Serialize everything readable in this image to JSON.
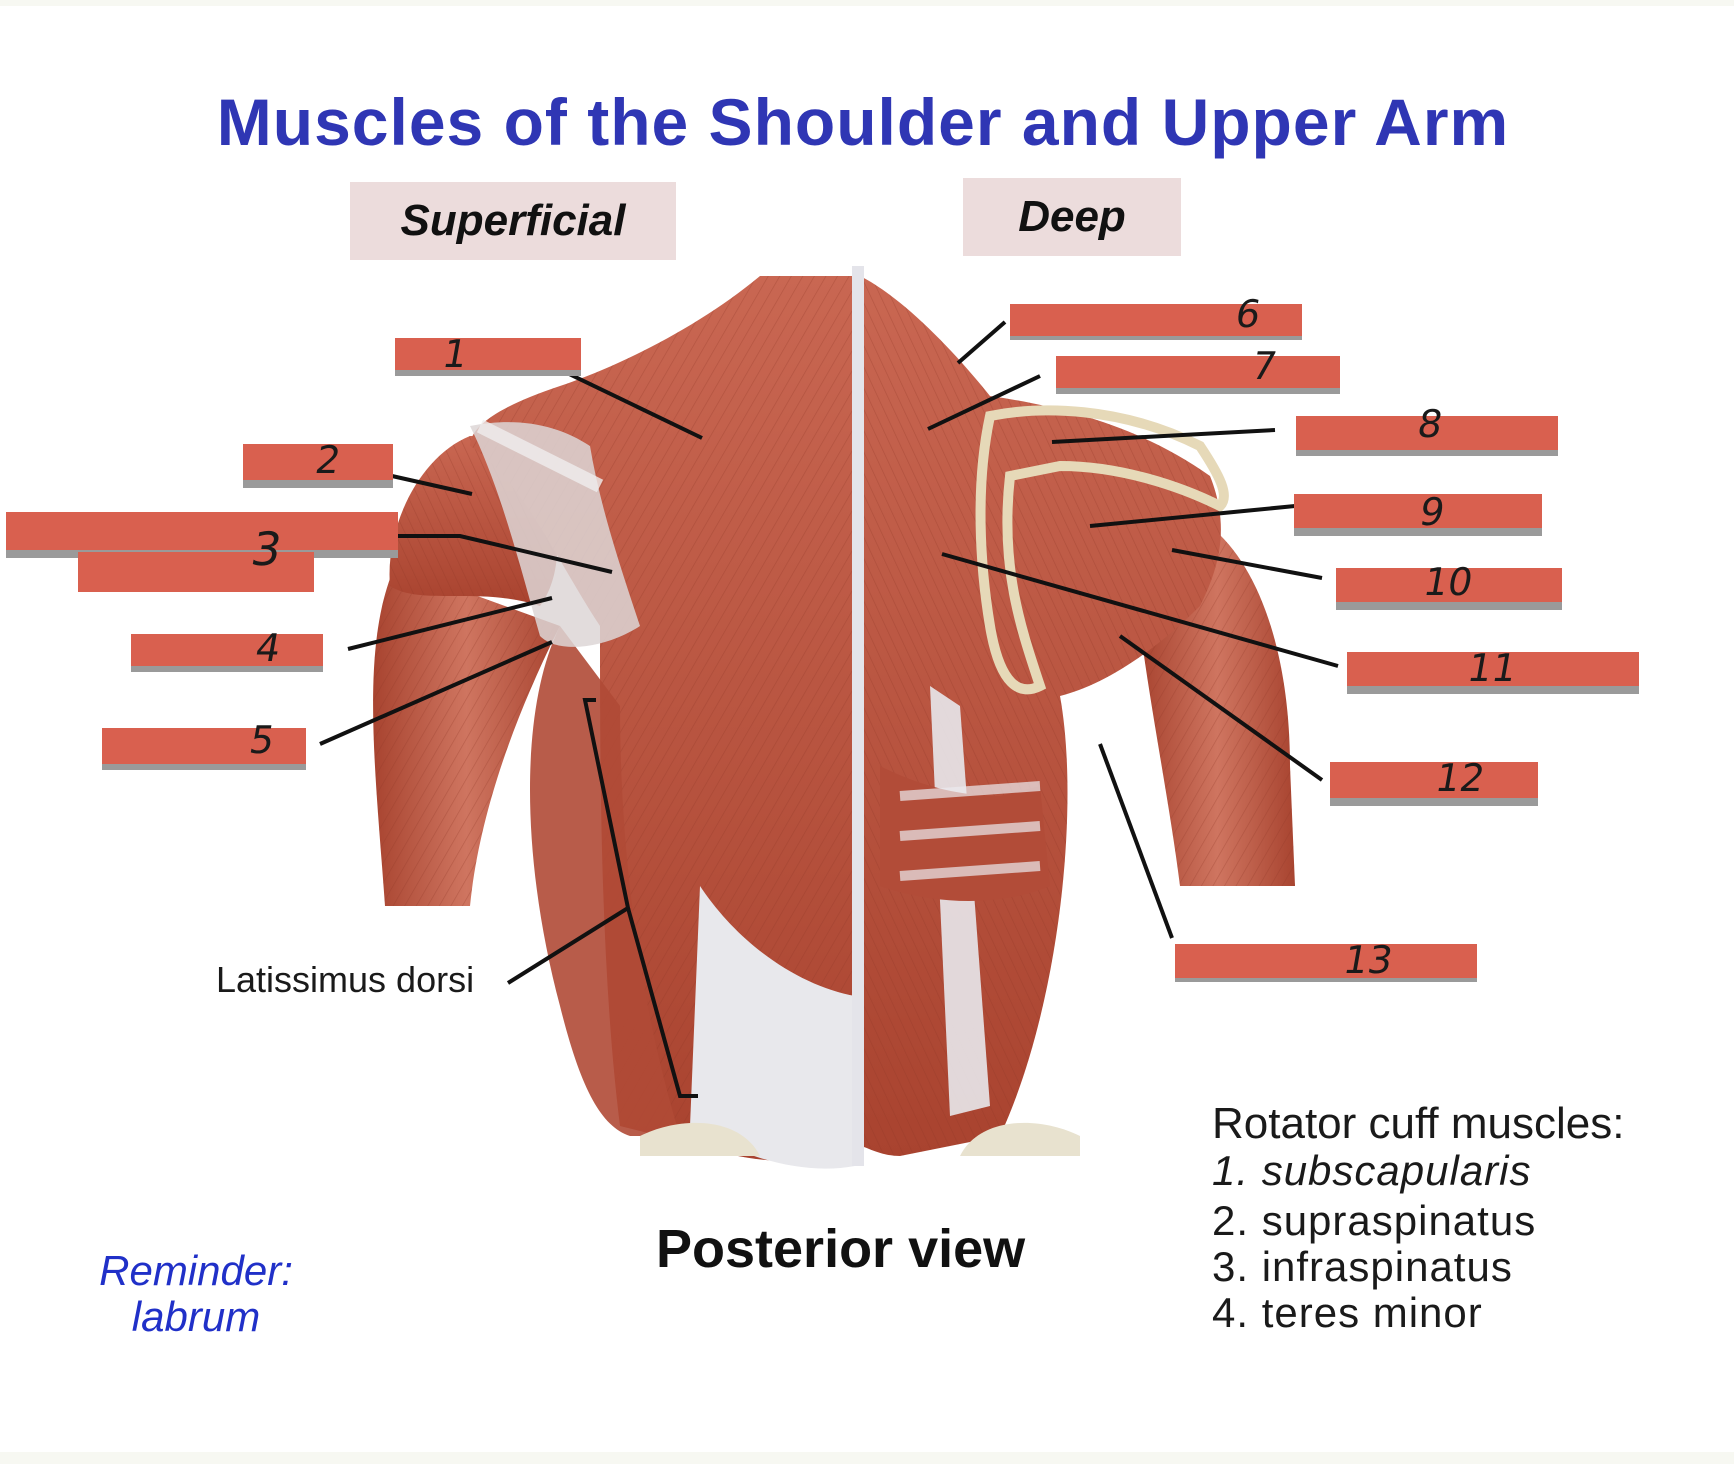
{
  "title": "Muscles of the Shoulder and Upper Arm",
  "tags": {
    "superficial": "Superficial",
    "deep": "Deep"
  },
  "labels": {
    "latissimus": "Latissimus dorsi"
  },
  "view_label": "Posterior view",
  "reminder": {
    "line1": "Reminder:",
    "line2": "labrum"
  },
  "rotator_cuff": {
    "heading": "Rotator cuff muscles:",
    "items": [
      "1. subscapularis",
      "2. supraspinatus",
      "3. infraspinatus",
      "4. teres minor"
    ]
  },
  "markers": [
    "1",
    "2",
    "3",
    "4",
    "5",
    "6",
    "7",
    "8",
    "9",
    "10",
    "11",
    "12",
    "13"
  ],
  "colors": {
    "title": "#2f36b4",
    "redaction": "#d9604f",
    "muscle": "#b8503c",
    "tendon": "#e6e6ea",
    "tag_bg": "#ecdcdc",
    "reminder": "#2030c8"
  }
}
